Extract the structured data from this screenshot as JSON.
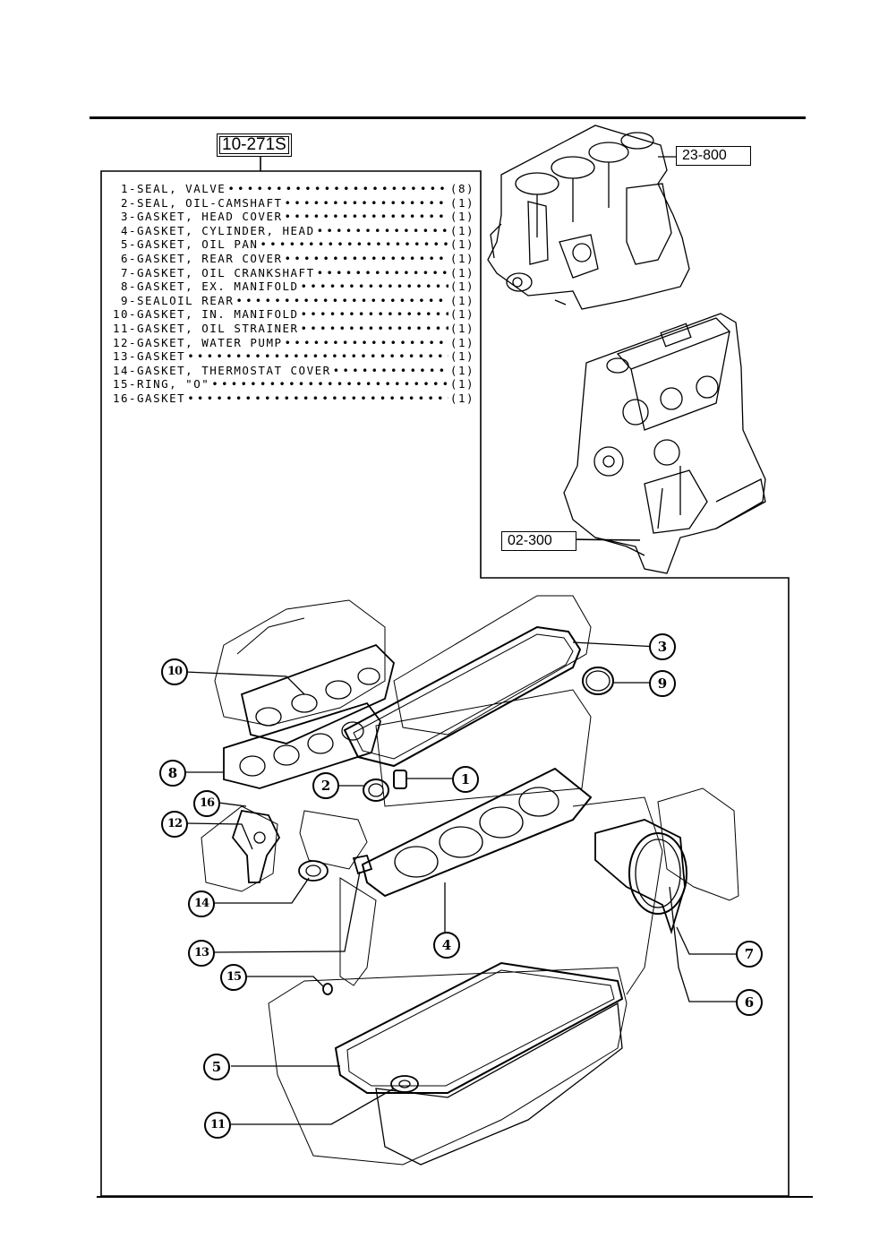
{
  "refs": {
    "main": "10-271S",
    "block": "23-800",
    "engine": "02-300"
  },
  "parts": [
    {
      "num": "1",
      "name": "SEAL, VALVE",
      "qty": "(8)"
    },
    {
      "num": "2",
      "name": "SEAL, OIL-CAMSHAFT",
      "qty": "(1)"
    },
    {
      "num": "3",
      "name": "GASKET, HEAD COVER",
      "qty": "(1)"
    },
    {
      "num": "4",
      "name": "GASKET, CYLINDER, HEAD",
      "qty": "(1)"
    },
    {
      "num": "5",
      "name": "GASKET, OIL PAN",
      "qty": "(1)"
    },
    {
      "num": "6",
      "name": "GASKET, REAR COVER",
      "qty": "(1)"
    },
    {
      "num": "7",
      "name": "GASKET, OIL CRANKSHAFT",
      "qty": "(1)"
    },
    {
      "num": "8",
      "name": "GASKET, EX. MANIFOLD",
      "qty": "(1)"
    },
    {
      "num": "9",
      "name": "SEALOIL REAR",
      "qty": "(1)"
    },
    {
      "num": "10",
      "name": "GASKET, IN. MANIFOLD",
      "qty": "(1)"
    },
    {
      "num": "11",
      "name": "GASKET, OIL STRAINER",
      "qty": "(1)"
    },
    {
      "num": "12",
      "name": "GASKET, WATER PUMP",
      "qty": "(1)"
    },
    {
      "num": "13",
      "name": "GASKET",
      "qty": "(1)"
    },
    {
      "num": "14",
      "name": "GASKET, THERMOSTAT COVER",
      "qty": "(1)"
    },
    {
      "num": "15",
      "name": "RING, \"O\"",
      "qty": "(1)"
    },
    {
      "num": "16",
      "name": "GASKET",
      "qty": "(1)"
    }
  ],
  "callouts": [
    "1",
    "2",
    "3",
    "4",
    "5",
    "6",
    "7",
    "8",
    "9",
    "10",
    "11",
    "12",
    "13",
    "14",
    "15",
    "16"
  ],
  "separator": "-",
  "leader_dots": "••••••••••••••••••••••••••••••••••••••••"
}
